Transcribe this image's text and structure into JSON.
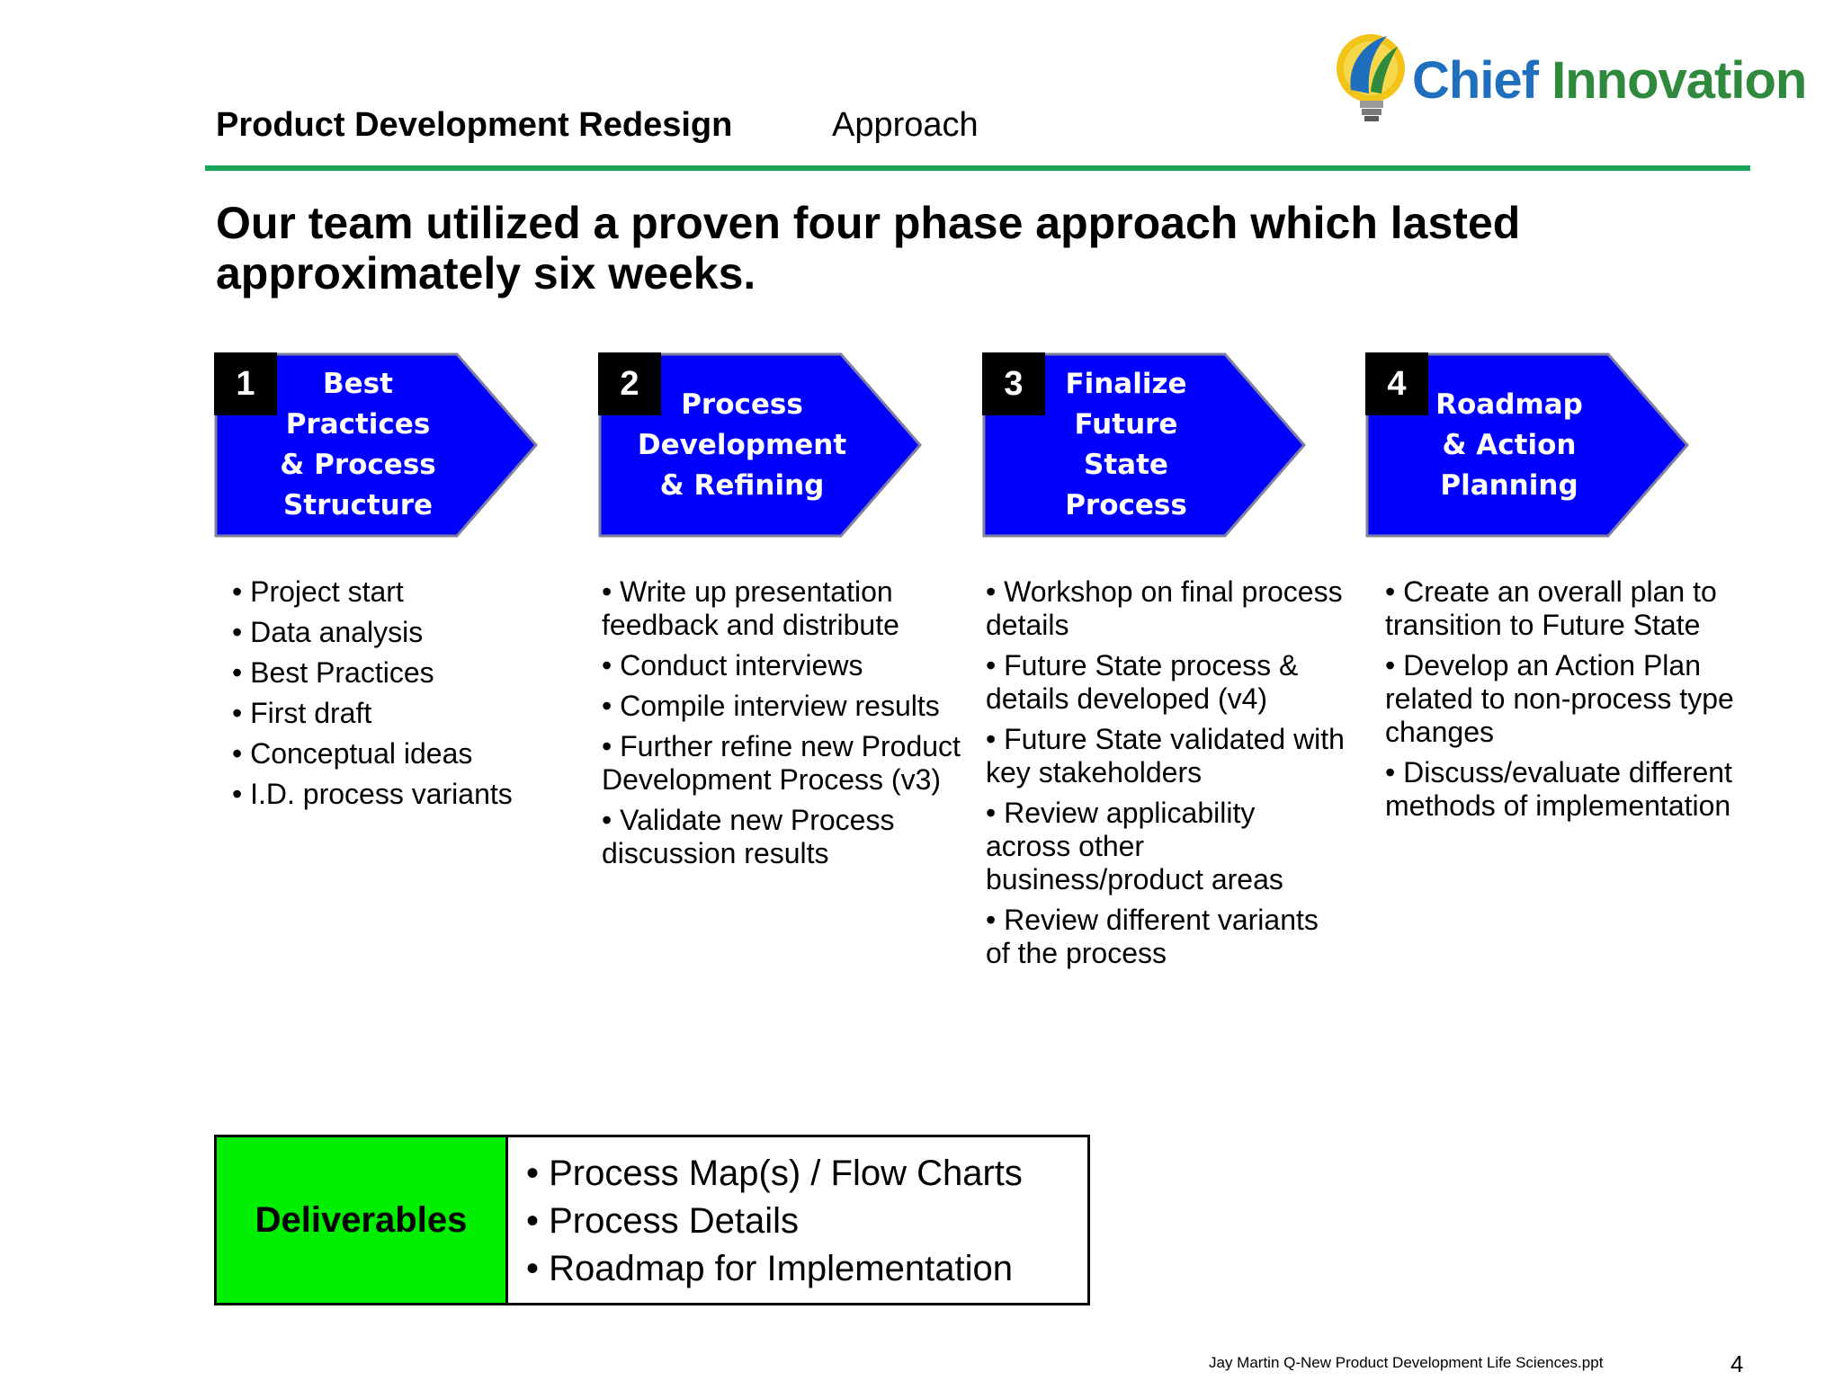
{
  "header": {
    "title": "Product Development Redesign",
    "section": "Approach"
  },
  "logo": {
    "word1": "Chief",
    "word2": "Innovation",
    "colors": {
      "blue": "#1f6fbe",
      "green": "#2f8a3d"
    }
  },
  "main_heading": "Our team utilized a proven four phase approach which lasted approximately six weeks.",
  "phases": [
    {
      "number": "1",
      "label": "Best\nPractices\n& Process\nStructure",
      "bullets": [
        "Project start",
        "Data analysis",
        "Best Practices",
        "First draft",
        "Conceptual ideas",
        "I.D. process variants"
      ]
    },
    {
      "number": "2",
      "label": "Process\nDevelopment\n& Refining",
      "bullets": [
        "Write up presentation feedback and distribute",
        "Conduct interviews",
        "Compile interview results",
        "Further refine new Product Development Process (v3)",
        "Validate new Process discussion results"
      ]
    },
    {
      "number": "3",
      "label": "Finalize\nFuture State\nProcess",
      "bullets": [
        "Workshop on final process details",
        "Future State process & details developed (v4)",
        "Future State validated with key stakeholders",
        "Review applicability across other business/product areas",
        "Review different variants of the process"
      ]
    },
    {
      "number": "4",
      "label": "Roadmap\n& Action\nPlanning",
      "bullets": [
        "Create an overall plan to transition to Future State",
        "Develop an Action Plan related to non-process type changes",
        "Discuss/evaluate different methods of implementation"
      ]
    }
  ],
  "deliverables": {
    "label": "Deliverables",
    "items": [
      "Process Map(s) / Flow Charts",
      "Process Details",
      "Roadmap for Implementation"
    ]
  },
  "footer": {
    "file": "Jay Martin Q-New Product Development Life Sciences.ppt",
    "page": "4"
  },
  "colors": {
    "chevron_fill": "#0000ff",
    "chevron_stroke": "#7f7f9f",
    "rule": "#1aa35a",
    "deliverables_fill": "#00ee00"
  }
}
